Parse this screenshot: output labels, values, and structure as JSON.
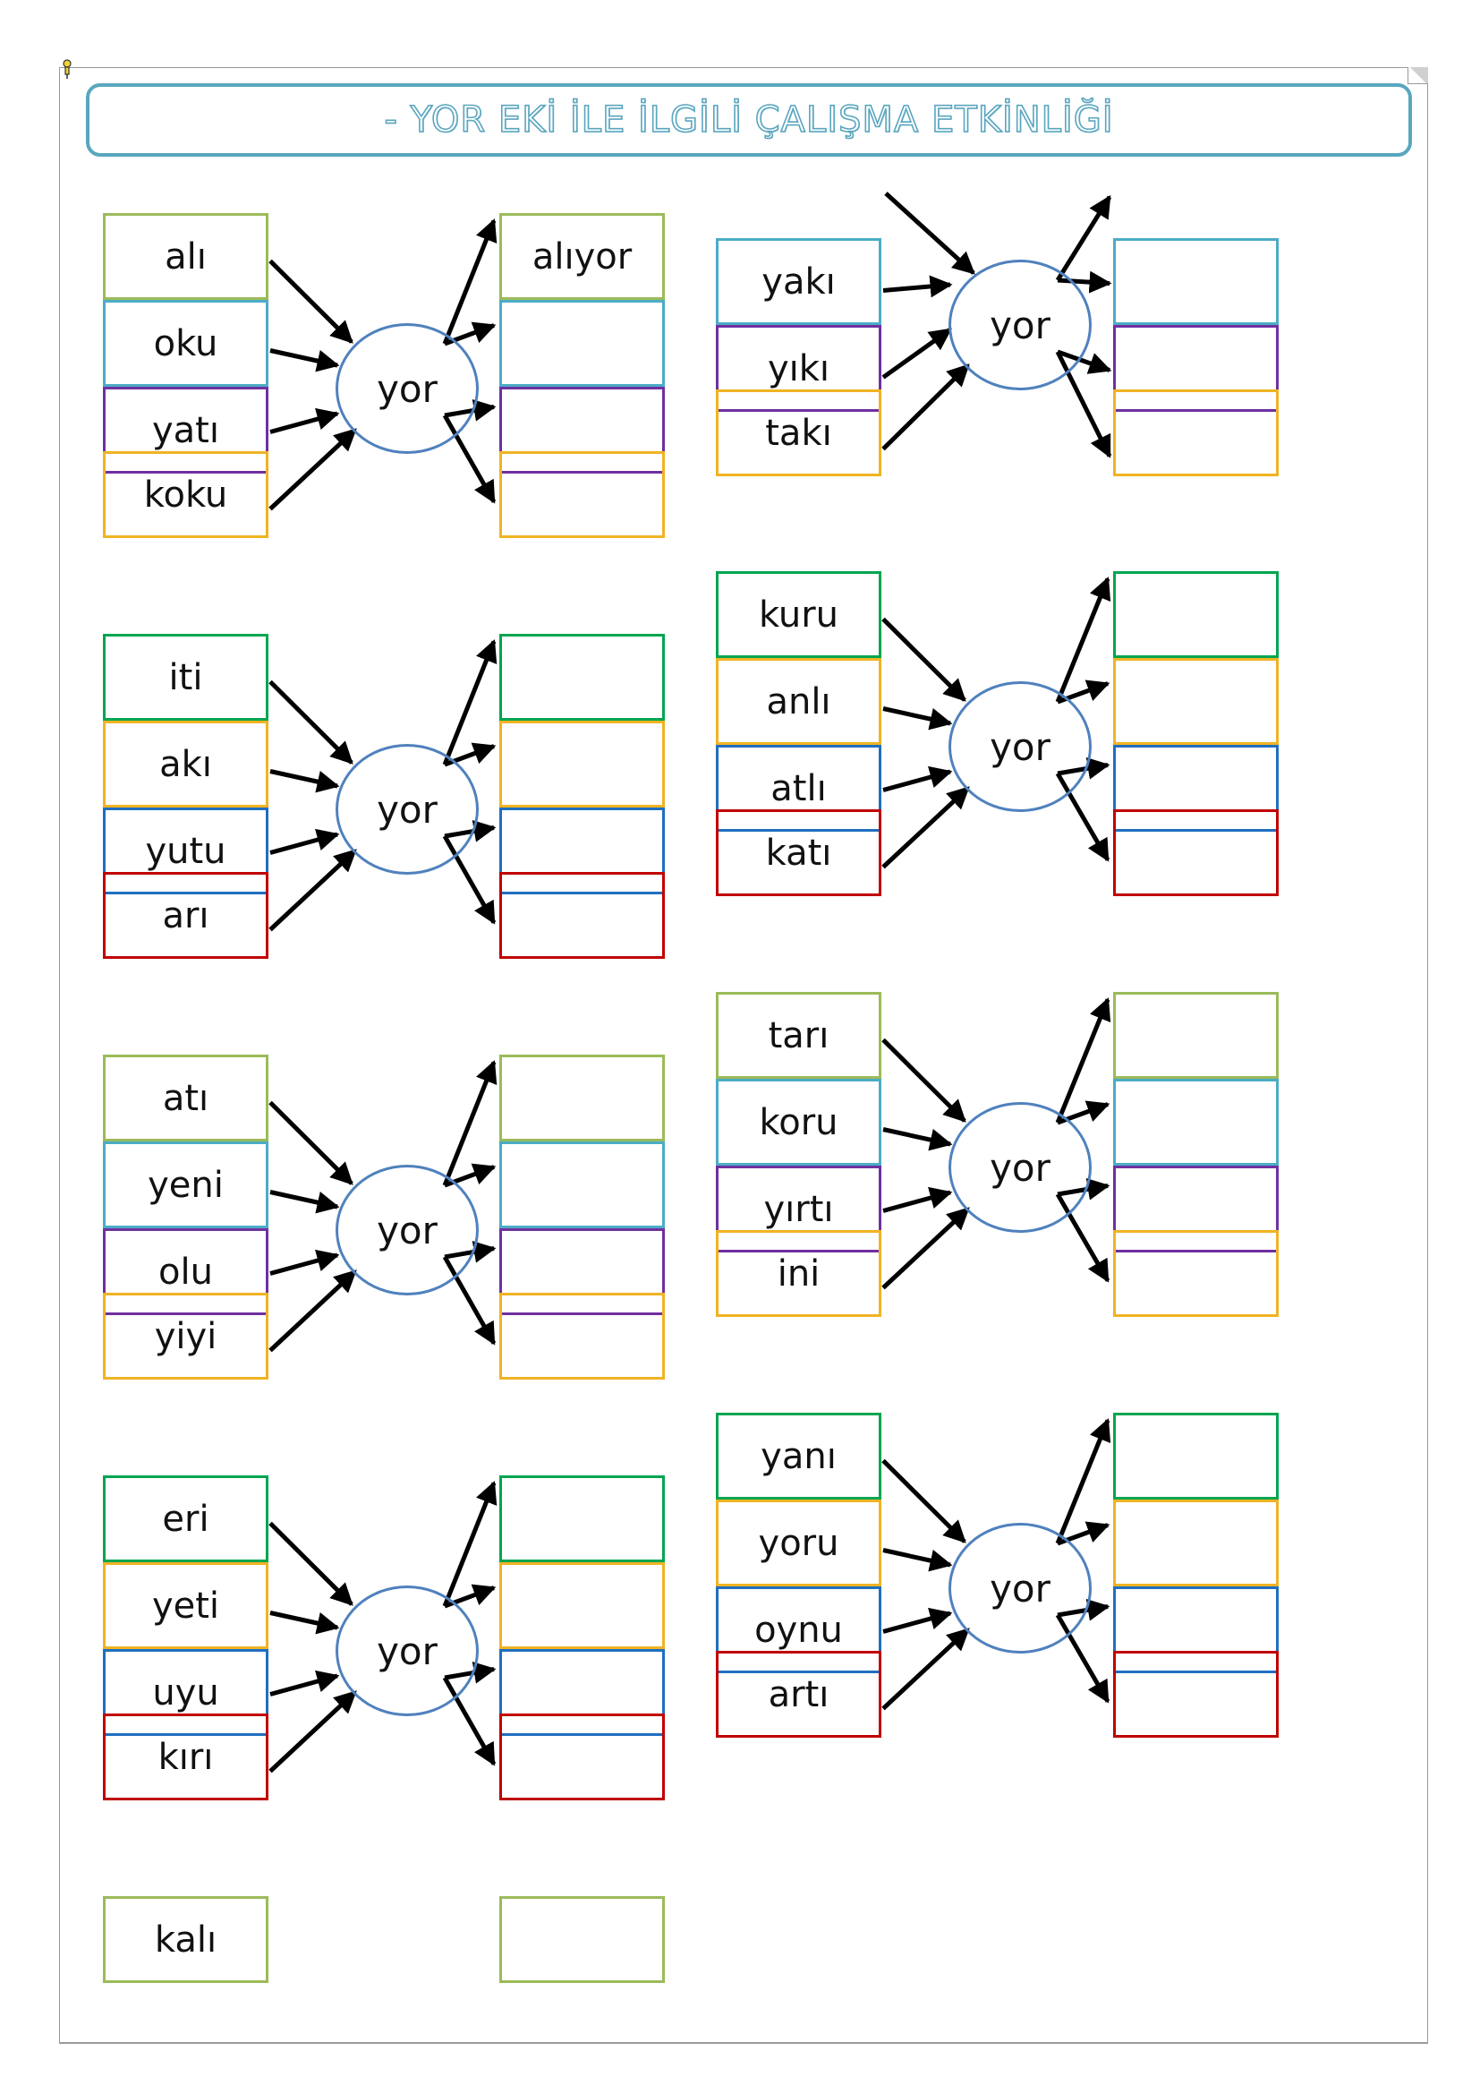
{
  "title": "-   YOR EKİ İLE İLGİLİ ÇALIŞMA ETKİNLİĞİ",
  "suffix": "yor",
  "colors": {
    "green_olive": "#9bbb59",
    "green": "#00a550",
    "cyan": "#4bacc6",
    "purple": "#7030a0",
    "orange": "#f0b323",
    "blue": "#1f6fbf",
    "red": "#c00000",
    "circle": "#4f81bd",
    "title": "#5aa6bf"
  },
  "groups": [
    {
      "id": "g1",
      "words": [
        "alı",
        "oku",
        "yatı",
        "koku"
      ],
      "answers": [
        "alıyor",
        "",
        "",
        ""
      ],
      "colors": [
        "green_olive",
        "cyan",
        "purple",
        "orange"
      ]
    },
    {
      "id": "g2",
      "words": [
        "yakı",
        "yıkı",
        "takı"
      ],
      "answers": [
        "",
        "",
        ""
      ],
      "colors": [
        "cyan",
        "purple",
        "orange"
      ]
    },
    {
      "id": "g3",
      "words": [
        "iti",
        "akı",
        "yutu",
        "arı"
      ],
      "answers": [
        "",
        "",
        "",
        ""
      ],
      "colors": [
        "green",
        "orange",
        "blue",
        "red"
      ]
    },
    {
      "id": "g4",
      "words": [
        "kuru",
        "anlı",
        "atlı",
        "katı"
      ],
      "answers": [
        "",
        "",
        "",
        ""
      ],
      "colors": [
        "green",
        "orange",
        "blue",
        "red"
      ]
    },
    {
      "id": "g5",
      "words": [
        "atı",
        "yeni",
        "olu",
        "yiyi"
      ],
      "answers": [
        "",
        "",
        "",
        ""
      ],
      "colors": [
        "green_olive",
        "cyan",
        "purple",
        "orange"
      ]
    },
    {
      "id": "g6",
      "words": [
        "tarı",
        "koru",
        "yırtı",
        "ini"
      ],
      "answers": [
        "",
        "",
        "",
        ""
      ],
      "colors": [
        "green_olive",
        "cyan",
        "purple",
        "orange"
      ]
    },
    {
      "id": "g7",
      "words": [
        "eri",
        "yeti",
        "uyu",
        "kırı"
      ],
      "answers": [
        "",
        "",
        "",
        ""
      ],
      "colors": [
        "green",
        "orange",
        "blue",
        "red"
      ]
    },
    {
      "id": "g8",
      "words": [
        "yanı",
        "yoru",
        "oynu",
        "artı"
      ],
      "answers": [
        "",
        "",
        "",
        ""
      ],
      "colors": [
        "green",
        "orange",
        "blue",
        "red"
      ]
    }
  ],
  "extra": {
    "word": "kalı",
    "answer": "",
    "color": "green_olive"
  }
}
